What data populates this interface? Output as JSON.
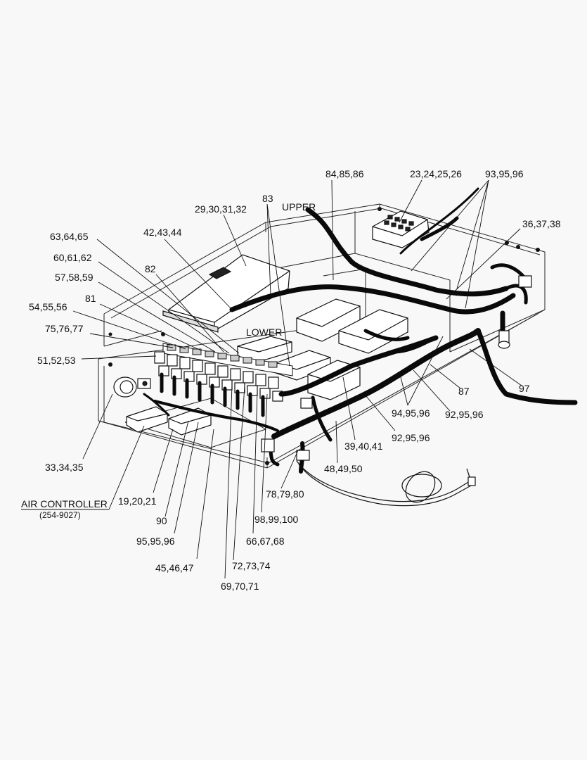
{
  "callouts": {
    "c84": "84,85,86",
    "c23": "23,24,25,26",
    "c93": "93,95,96",
    "c83": "83",
    "upper": "UPPER",
    "c29": "29,30,31,32",
    "c36": "36,37,38",
    "c42": "42,43,44",
    "c63": "63,64,65",
    "c60": "60,61,62",
    "c82": "82",
    "c57": "57,58,59",
    "c81": "81",
    "c54": "54,55,56",
    "c75": "75,76,77",
    "lower": "LOWER",
    "c51": "51,52,53",
    "c97": "97",
    "c87": "87",
    "c94": "94,95,96",
    "c92a": "92,95,96",
    "c92b": "92,95,96",
    "c39": "39,40,41",
    "c33": "33,34,35",
    "c48": "48,49,50",
    "c78": "78,79,80",
    "c19": "19,20,21",
    "air": "AIR CONTROLLER",
    "air_pn": "(254-9027)",
    "c90": "90",
    "c98": "98,99,100",
    "c95": "95,95,96",
    "c66": "66,67,68",
    "c45": "45,46,47",
    "c72": "72,73,74",
    "c69": "69,70,71"
  }
}
